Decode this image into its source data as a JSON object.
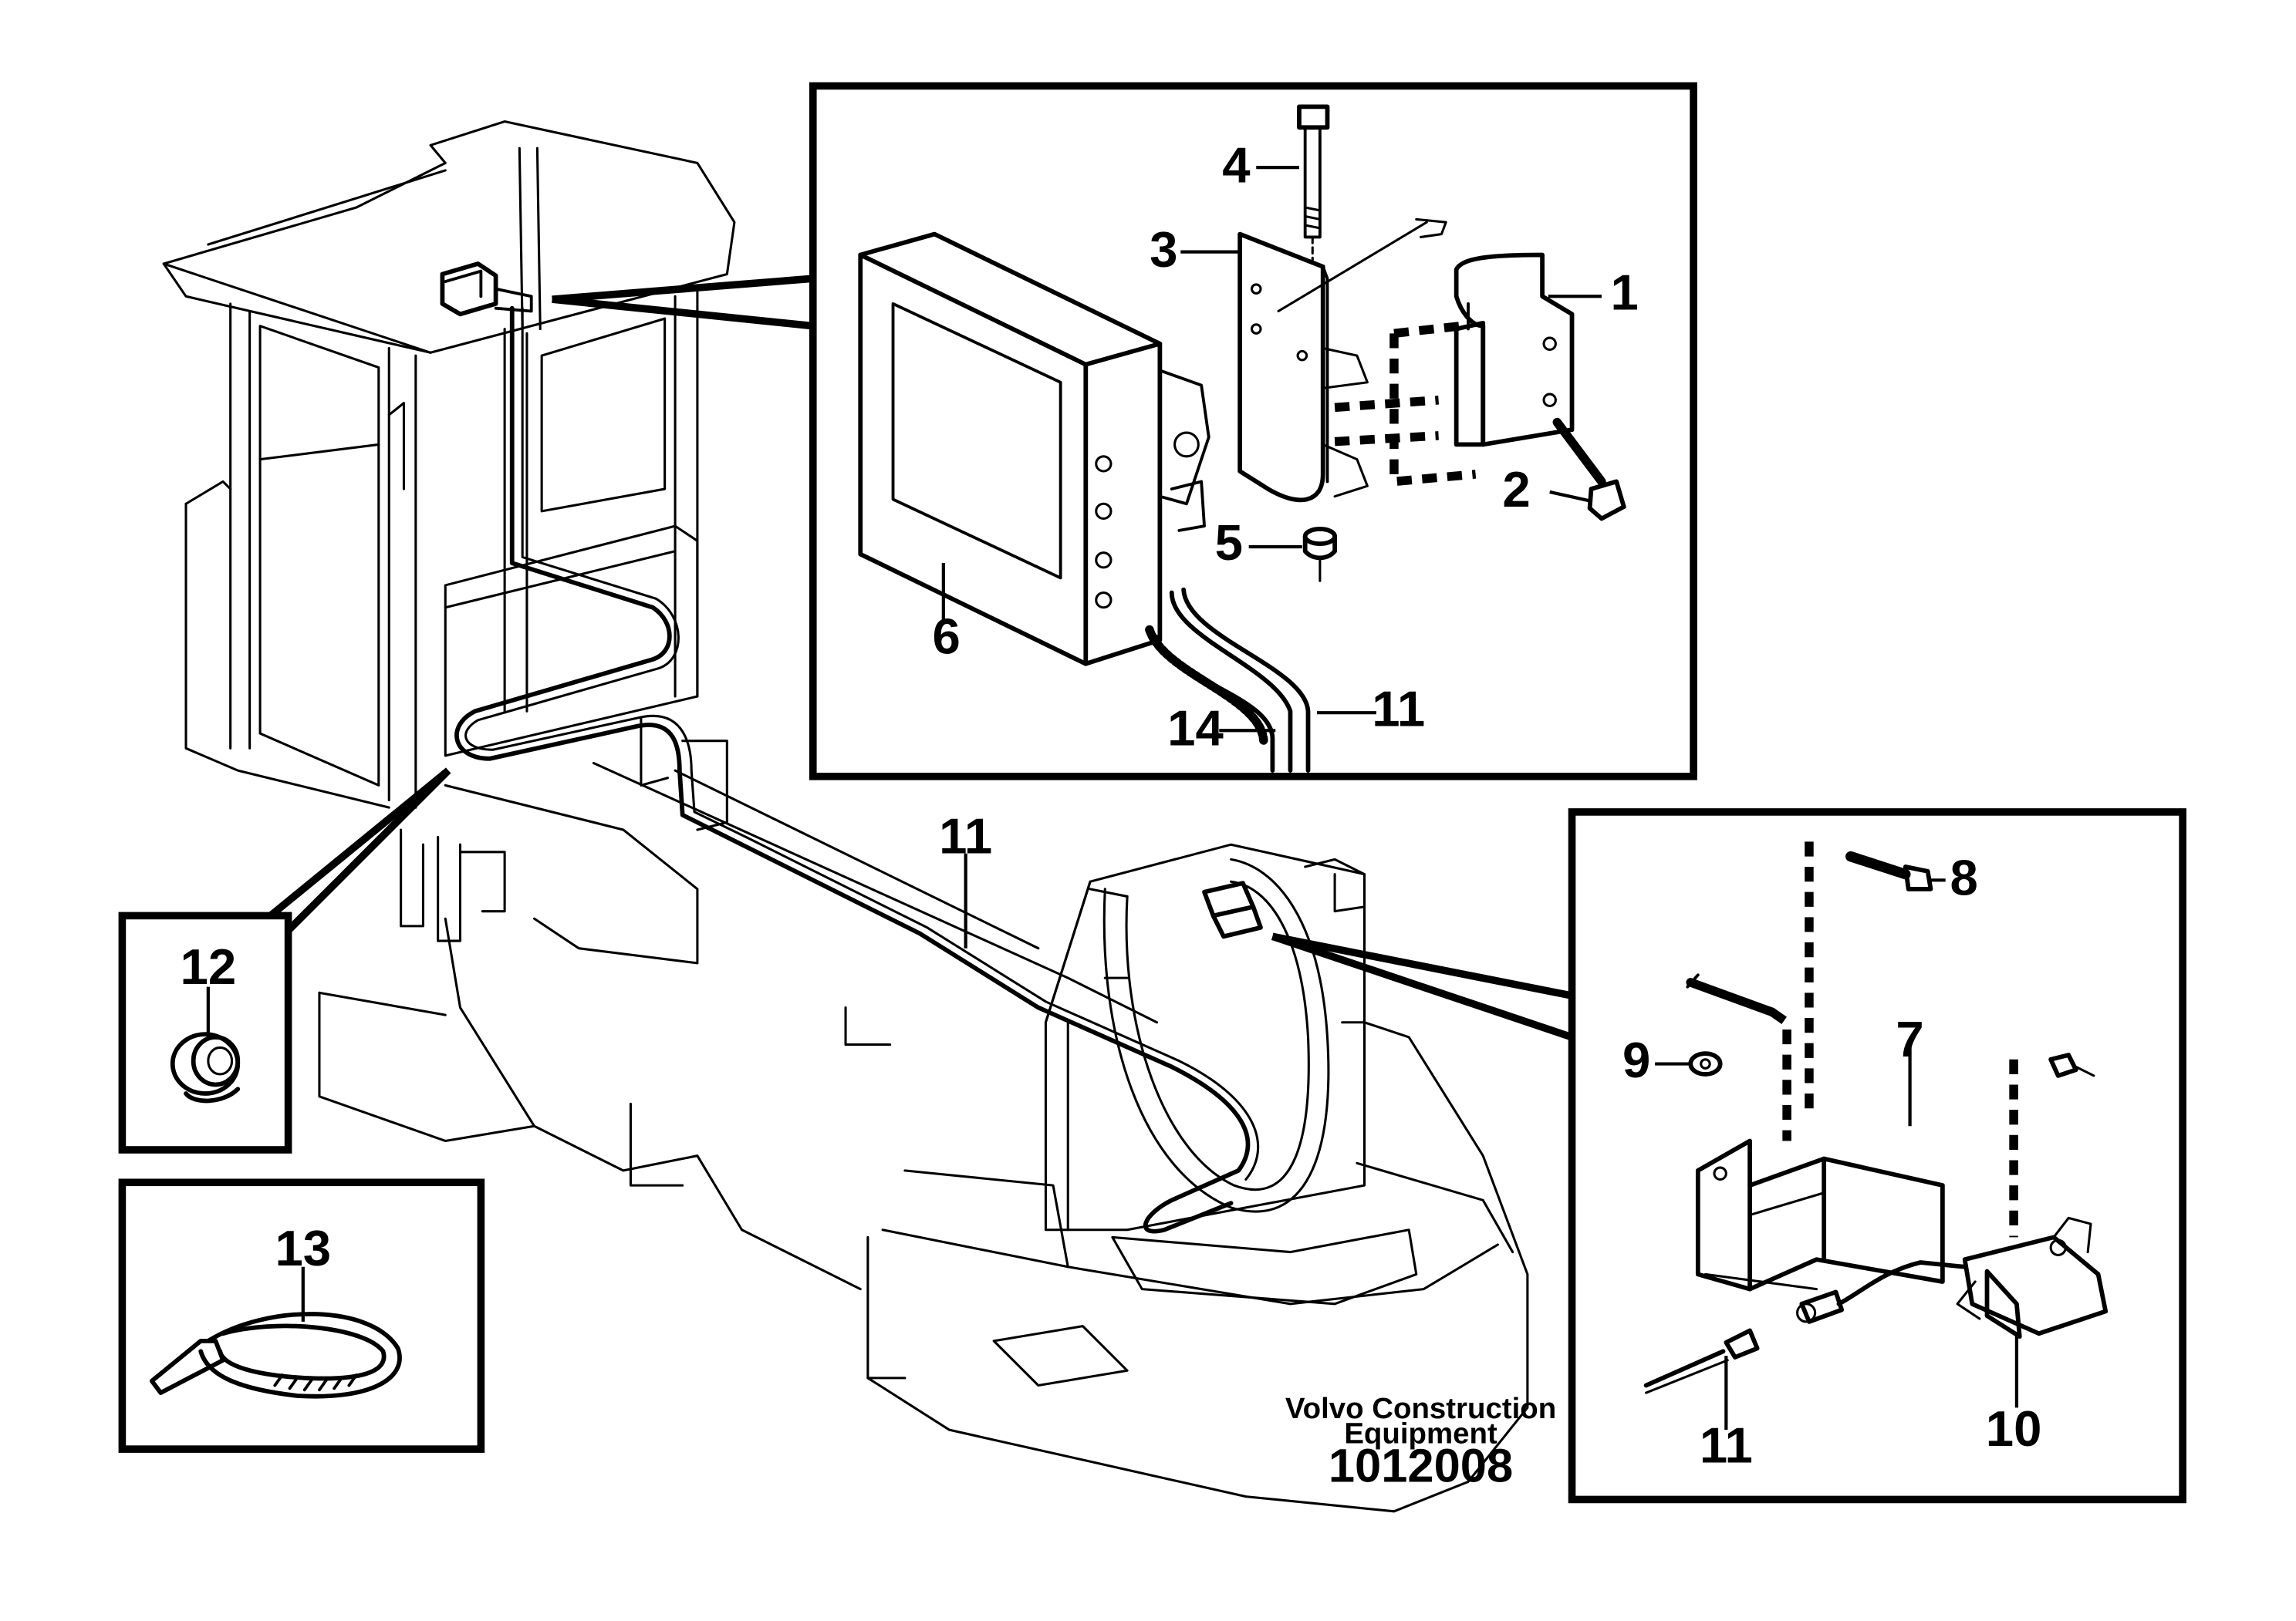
{
  "callouts": {
    "c1": "1",
    "c2": "2",
    "c3": "3",
    "c4": "4",
    "c5": "5",
    "c6": "6",
    "c7": "7",
    "c8": "8",
    "c9": "9",
    "c10": "10",
    "c11a": "11",
    "c11b": "11",
    "c11c": "11",
    "c12": "12",
    "c13": "13",
    "c14": "14"
  },
  "credit": {
    "line1": "Volvo Construction",
    "line2": "Equipment"
  },
  "document_number": "1012008"
}
